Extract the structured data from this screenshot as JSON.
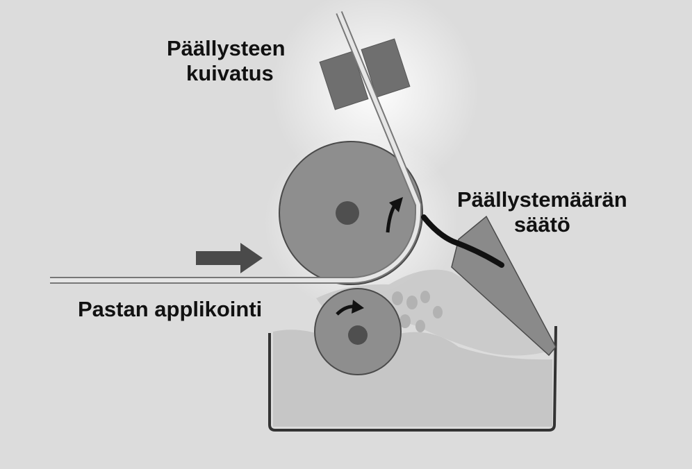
{
  "labels": {
    "drying_line1": "Päällysteen",
    "drying_line2": "kuivatus",
    "control_line1": "Päällystemäärän",
    "control_line2": "säätö",
    "application": "Pastan applikointi"
  },
  "colors": {
    "paper": "#dcdcdc",
    "roll": "#8e8e8e",
    "roll_edge": "#4a4a4a",
    "hub": "#4f4f4f",
    "dryer": "#6f6f6f",
    "coating": "#bdbdbd",
    "blade": "#111111",
    "arrow": "#4a4a4a"
  },
  "icons": {
    "feed_direction": "arrow-right-icon",
    "upper_rotation": "curved-arrow-icon",
    "lower_rotation": "curved-arrow-icon"
  }
}
